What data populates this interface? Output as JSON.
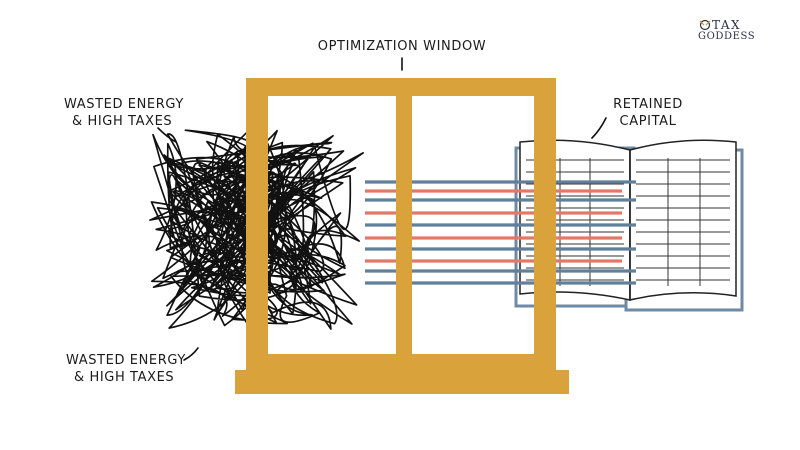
{
  "labels": {
    "window_title": "OPTIMIZATION WINDOW",
    "wasted_top_line1": "WASTED ENERGY",
    "wasted_top_line2": "& HIGH TAXES",
    "wasted_bottom_line1": "WASTED ENERGY",
    "wasted_bottom_line2": "& HIGH TAXES",
    "retained_line1": "RETAINED",
    "retained_line2": "CAPITAL"
  },
  "logo": {
    "line1": "TAX",
    "line2": "GODDESS"
  },
  "colors": {
    "frame": "#d9a23a",
    "blue_line": "#5f7f9a",
    "red_line": "#e07a68",
    "scribble": "#111111",
    "book_edge": "#6f8aa5",
    "ink": "#1b1b1b"
  },
  "icons": {
    "scribble": "tangled-scribble",
    "window": "window-frame",
    "book": "open-ledger-book"
  }
}
